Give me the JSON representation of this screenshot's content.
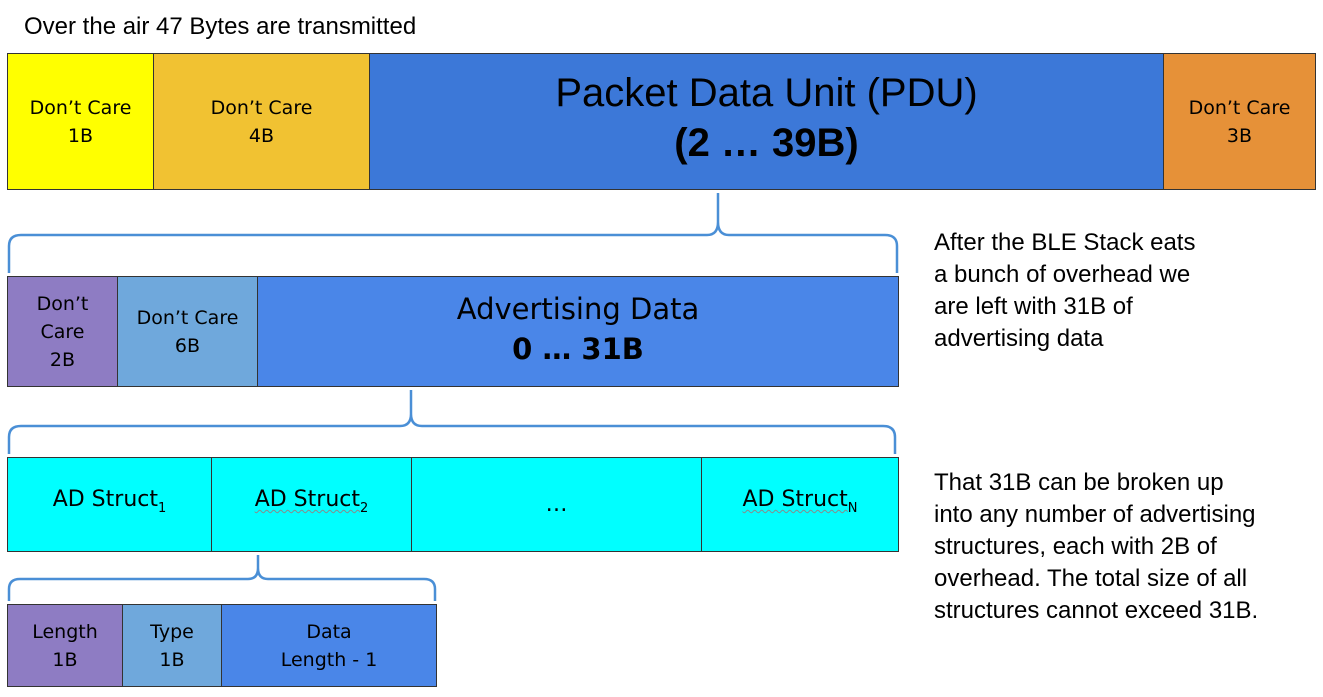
{
  "title": "Over the air 47 Bytes are transmitted",
  "colors": {
    "yellow": "#ffff00",
    "gold": "#f1c232",
    "blue": "#3c78d8",
    "orange": "#e69138",
    "purple": "#8e7cc3",
    "light_blue": "#6fa8dc",
    "mid_blue": "#4a86e8",
    "cyan": "#00ffff",
    "brace": "#4a8fd6"
  },
  "row1": {
    "c1": {
      "line1": "Don’t Care",
      "line2": "1B"
    },
    "c2": {
      "line1": "Don’t Care",
      "line2": "4B"
    },
    "pdu": {
      "line1": "Packet Data Unit (PDU)",
      "line2": "(2 … 39B)"
    },
    "c4": {
      "line1": "Don’t Care",
      "line2": "3B"
    }
  },
  "row2": {
    "c1": {
      "line1": "Don’t",
      "line2": "Care",
      "line3": "2B"
    },
    "c2": {
      "line1": "Don’t Care",
      "line2": "6B"
    },
    "adv": {
      "line1": "Advertising Data",
      "line2": "0 … 31B"
    }
  },
  "row3": {
    "s1": {
      "label": "AD Struct",
      "sub": "1"
    },
    "s2": {
      "label": "AD Struct",
      "sub": "2"
    },
    "dots": "…",
    "sn": {
      "label": "AD Struct",
      "sub": "N"
    }
  },
  "row4": {
    "length": {
      "line1": "Length",
      "line2": "1B"
    },
    "type": {
      "line1": "Type",
      "line2": "1B"
    },
    "data": {
      "line1": "Data",
      "line2": "Length - 1"
    }
  },
  "notes": {
    "note1": [
      "After the BLE Stack eats",
      "a bunch of overhead we",
      "are left with 31B of",
      "advertising data"
    ],
    "note2": [
      "That 31B can be broken up",
      "into any number of advertising",
      "structures, each with 2B of",
      "overhead. The total size of all",
      "structures cannot exceed 31B."
    ]
  }
}
